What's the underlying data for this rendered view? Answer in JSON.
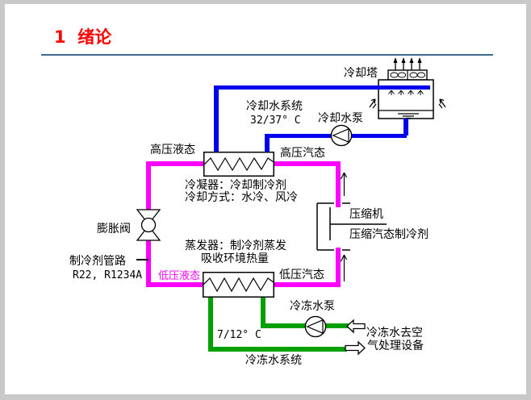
{
  "page": {
    "background": "#c9c9c9",
    "slide_background": "#ffffff"
  },
  "header": {
    "title": "1  绪论",
    "title_color": "#ff0000",
    "rule_color": "#3d6a8f"
  },
  "colors": {
    "cooling_water_pipe": "#0000ee",
    "refrigerant_pipe": "#ff00ff",
    "chilled_water_pipe": "#00a000",
    "lp_liquid_label_color": "#ff00ff"
  },
  "diagram": {
    "cooling_tower": "冷却塔",
    "cooling_water_system": "冷却水系统",
    "cooling_water_temp": "32/37° C",
    "cooling_water_pump": "冷却水泵",
    "hp_liquid": "高压液态",
    "hp_vapor": "高压汽态",
    "condenser_line1": "冷凝器：冷却制冷剂",
    "condenser_line2": "冷却方式：水冷、风冷",
    "expansion_valve": "膨胀阀",
    "compressor": "压缩机",
    "compressor_desc": "压缩汽态制冷剂",
    "refrigerant_pipe_label": "制冷剂管路",
    "refrigerant_types": "R22, R1234A",
    "lp_liquid": "低压液态",
    "evaporator_line1": "蒸发器：制冷剂蒸发",
    "evaporator_line2": "吸收环境热量",
    "lp_vapor": "低压汽态",
    "chilled_water_pump": "冷冻水泵",
    "chilled_water_temp": "7/12° C",
    "chilled_water_system": "冷冻水系统",
    "chilled_dest_line1": "冷冻水去空",
    "chilled_dest_line2": "气处理设备"
  }
}
